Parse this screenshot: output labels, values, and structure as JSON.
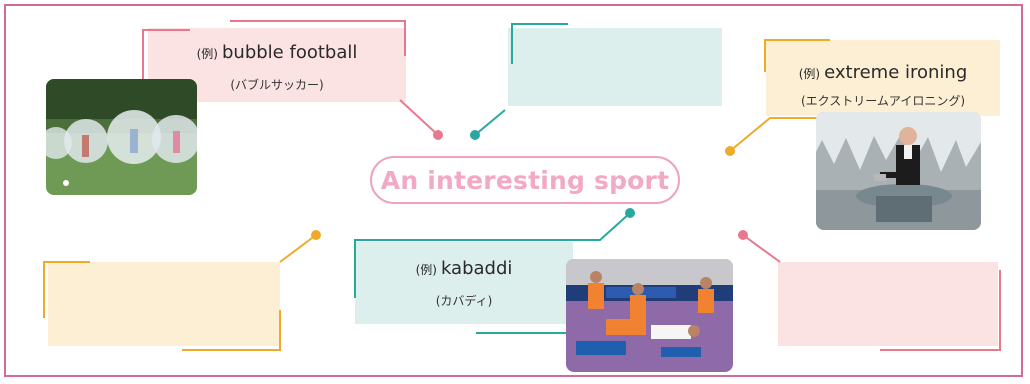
{
  "center": {
    "title": "An interesting sport"
  },
  "examples": [
    {
      "prefix": "(例)",
      "name": "bubble football",
      "reading": "(バブルサッカー)"
    },
    {
      "prefix": "(例)",
      "name": "extreme ironing",
      "reading": "(エクストリームアイロニング)"
    },
    {
      "prefix": "(例)",
      "name": "kabaddi",
      "reading": "(カバディ)"
    }
  ],
  "colors": {
    "frame": "#d46a9c",
    "pink": "#e8798c",
    "teal": "#27a9a0",
    "orange": "#f0aa2a"
  },
  "photos": [
    "bubble-football-photo",
    "extreme-ironing-photo",
    "kabaddi-photo"
  ]
}
